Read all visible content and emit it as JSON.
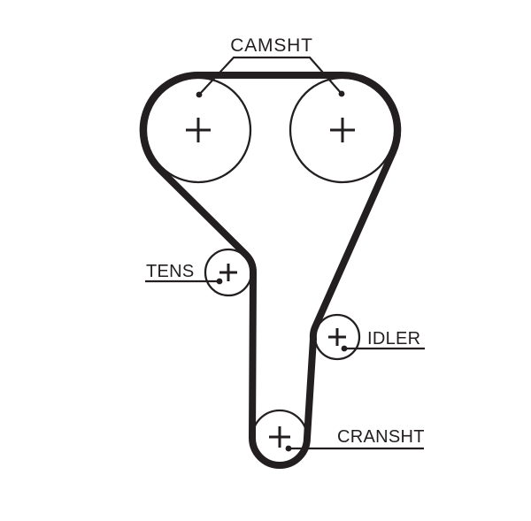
{
  "diagram": {
    "kind": "timing-belt-routing-diagram",
    "background_color": "#ffffff",
    "ink_color": "#231f20",
    "labels": {
      "camshaft": "CAMSHT",
      "tensioner": "TENS",
      "idler": "IDLER",
      "crankshaft": "CRANSHT"
    },
    "components": [
      {
        "name": "camshaft-pulley-left",
        "label_key": "camshaft",
        "center_mark": "+"
      },
      {
        "name": "camshaft-pulley-right",
        "label_key": "camshaft",
        "center_mark": "+"
      },
      {
        "name": "tensioner-pulley",
        "label_key": "tensioner",
        "center_mark": "+"
      },
      {
        "name": "idler-pulley",
        "label_key": "idler",
        "center_mark": "+"
      },
      {
        "name": "crankshaft-pulley",
        "label_key": "crankshaft",
        "center_mark": "+"
      },
      {
        "name": "timing-belt"
      }
    ]
  }
}
